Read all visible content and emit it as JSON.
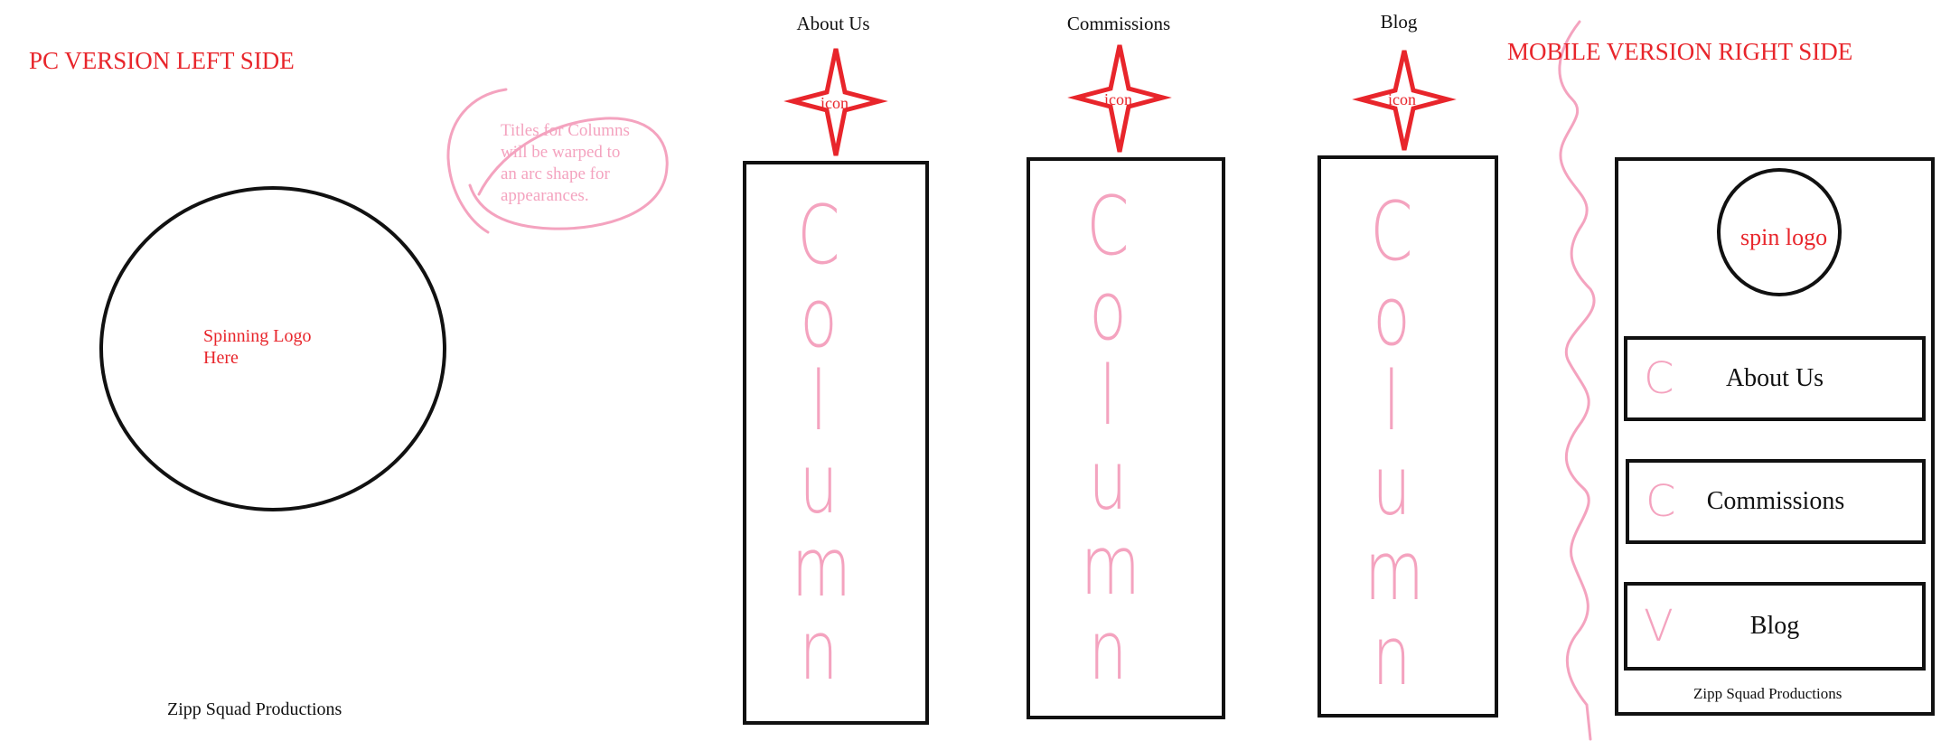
{
  "pc_section": {
    "heading": "PC VERSION LEFT SIDE",
    "logo_label_line1": "Spinning Logo",
    "logo_label_line2": "Here",
    "footer": "Zipp Squad Productions",
    "note_line1": "Titles for Columns",
    "note_line2": "will be warped to",
    "note_line3": "an arc shape for",
    "note_line4": "appearances."
  },
  "columns": [
    {
      "title": "About Us",
      "icon_label": "icon",
      "letters": [
        "C",
        "o",
        "l",
        "u",
        "m",
        "n"
      ]
    },
    {
      "title": "Commissions",
      "icon_label": "icon",
      "letters": [
        "C",
        "o",
        "l",
        "u",
        "m",
        "n"
      ]
    },
    {
      "title": "Blog",
      "icon_label": "icon",
      "letters": [
        "C",
        "o",
        "l",
        "u",
        "m",
        "n"
      ]
    }
  ],
  "mobile_section": {
    "heading": "MOBILE VERSION RIGHT SIDE",
    "logo_label": "spin logo",
    "items": [
      {
        "label": "About Us",
        "mark": "C"
      },
      {
        "label": "Commissions",
        "mark": "C"
      },
      {
        "label": "Blog",
        "mark": "V"
      }
    ],
    "footer": "Zipp Squad Productions"
  },
  "colors": {
    "red": "#e8252b",
    "pink": "#f4a3bf",
    "black": "#111111"
  }
}
